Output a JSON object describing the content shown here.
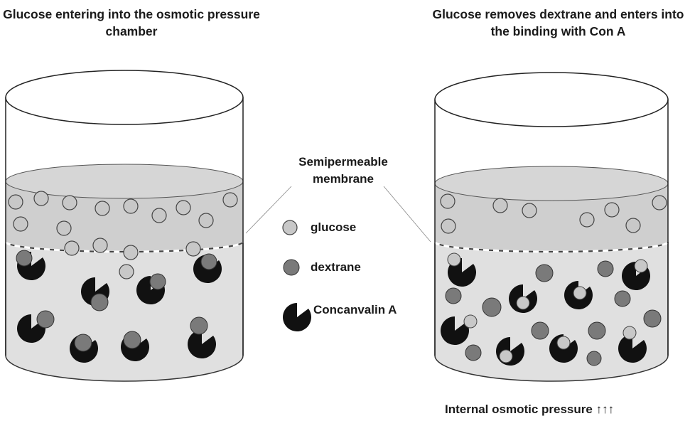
{
  "left_panel": {
    "title": "Glucose entering into the osmotic pressure chamber"
  },
  "right_panel": {
    "title": "Glucose removes dextrane and enters into the binding with Con A"
  },
  "membrane_label": "Semipermeable membrane",
  "legend": {
    "glucose": "glucose",
    "dextrane": "dextrane",
    "concanavalin": "Concanvalin A"
  },
  "pressure_label": "Internal osmotic pressure ↑↑↑",
  "colors": {
    "glucose": "#c8c8c8",
    "dextrane": "#7a7a7a",
    "concanavalin": "#111111",
    "upper_liquid": "#cfcfcf",
    "lower_liquid": "#e0e0e0"
  }
}
